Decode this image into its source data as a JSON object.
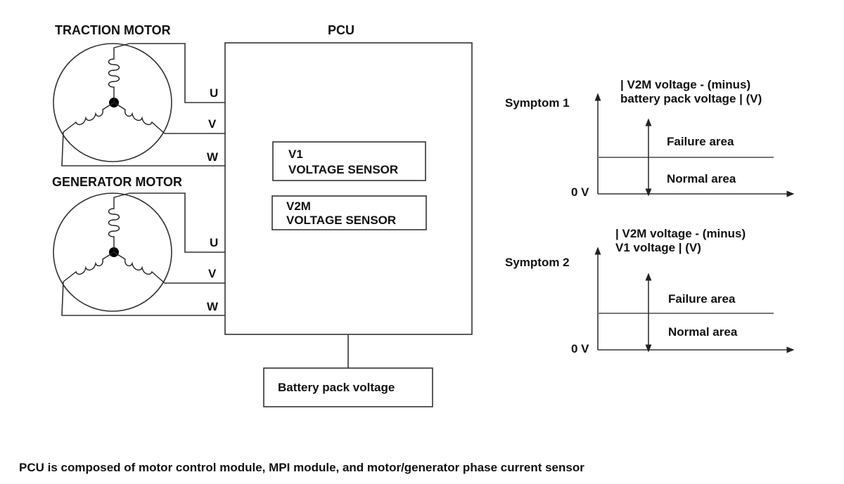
{
  "traction_motor": {
    "title": "TRACTION MOTOR",
    "phase_u": "U",
    "phase_v": "V",
    "phase_w": "W"
  },
  "generator_motor": {
    "title": "GENERATOR MOTOR",
    "phase_u": "U",
    "phase_v": "V",
    "phase_w": "W"
  },
  "pcu": {
    "title": "PCU",
    "v1_sensor": {
      "line1": "V1",
      "line2": "VOLTAGE SENSOR"
    },
    "v2m_sensor": {
      "line1": "V2M",
      "line2": "VOLTAGE SENSOR"
    }
  },
  "battery": {
    "label": "Battery pack voltage"
  },
  "symptom1": {
    "label": "Symptom 1",
    "axis_line1": "| V2M voltage - (minus)",
    "axis_line2": "battery pack voltage | (V)",
    "failure": "Failure area",
    "normal": "Normal area",
    "zero": "0 V"
  },
  "symptom2": {
    "label": "Symptom 2",
    "axis_line1": "| V2M voltage - (minus)",
    "axis_line2": "V1 voltage | (V)",
    "failure": "Failure area",
    "normal": "Normal area",
    "zero": "0 V"
  },
  "footer": {
    "note": "PCU is composed of motor control module, MPI module, and motor/generator phase current sensor"
  }
}
